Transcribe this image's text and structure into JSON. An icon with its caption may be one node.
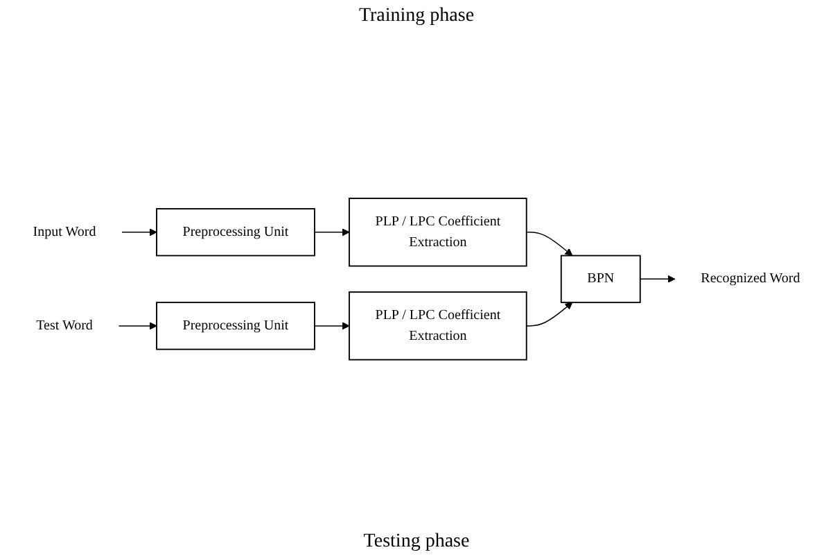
{
  "diagram": {
    "nodes": [
      {
        "text": [
          "Input Word"
        ]
      },
      {
        "text": [
          "Preprocessing Unit"
        ]
      },
      {
        "text": [
          "PLP / LPC Coefficient",
          "Extraction"
        ]
      },
      {
        "text": [
          "BPN"
        ]
      },
      {
        "text": [
          "Recognized Word"
        ]
      },
      {
        "text": [
          "Test Word"
        ]
      },
      {
        "text": [
          "Preprocessing Unit"
        ]
      },
      {
        "text": [
          "PLP / LPC Coefficient",
          "Extraction"
        ]
      }
    ],
    "edges": [
      {
        "from": 0,
        "to": 1,
        "arrow": "to"
      },
      {
        "from": 1,
        "to": 2,
        "arrow": "to"
      },
      {
        "from": 2,
        "to": 3,
        "arrow": "to"
      },
      {
        "from": 3,
        "to": 4,
        "arrow": "to"
      },
      {
        "from": 5,
        "to": 6,
        "arrow": "to"
      },
      {
        "from": 6,
        "to": 7,
        "arrow": "to"
      },
      {
        "from": 7,
        "to": 3,
        "arrow": "to"
      }
    ],
    "labels": [
      "Training phase",
      "Testing phase"
    ]
  }
}
